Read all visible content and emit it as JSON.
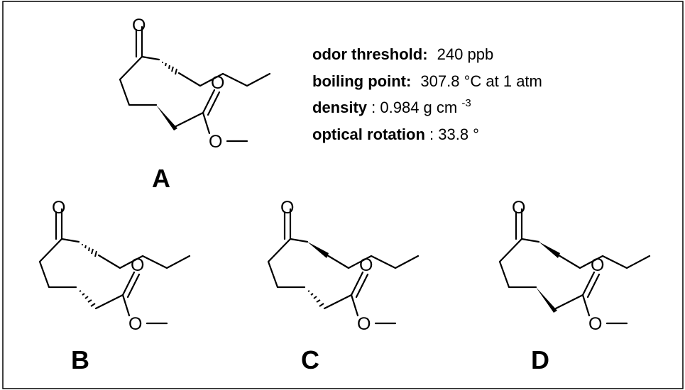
{
  "molecules": [
    {
      "label": "A",
      "atom_o_ketone": "O",
      "atom_o_carbonyl": "O",
      "atom_o_ester": "O"
    },
    {
      "label": "B",
      "atom_o_ketone": "O",
      "atom_o_carbonyl": "O",
      "atom_o_ester": "O"
    },
    {
      "label": "C",
      "atom_o_ketone": "O",
      "atom_o_carbonyl": "O",
      "atom_o_ester": "O"
    },
    {
      "label": "D",
      "atom_o_ketone": "O",
      "atom_o_carbonyl": "O",
      "atom_o_ester": "O"
    }
  ],
  "properties": {
    "odor_key": "odor threshold:",
    "odor_value": "240 ppb",
    "bp_key": "boiling point:",
    "bp_value": "307.8 °C at 1 atm",
    "density_key": "density",
    "density_value": ": 0.984 g cm",
    "density_exp": "-3",
    "rotation_key": "optical rotation",
    "rotation_value": ": 33.8 °"
  }
}
